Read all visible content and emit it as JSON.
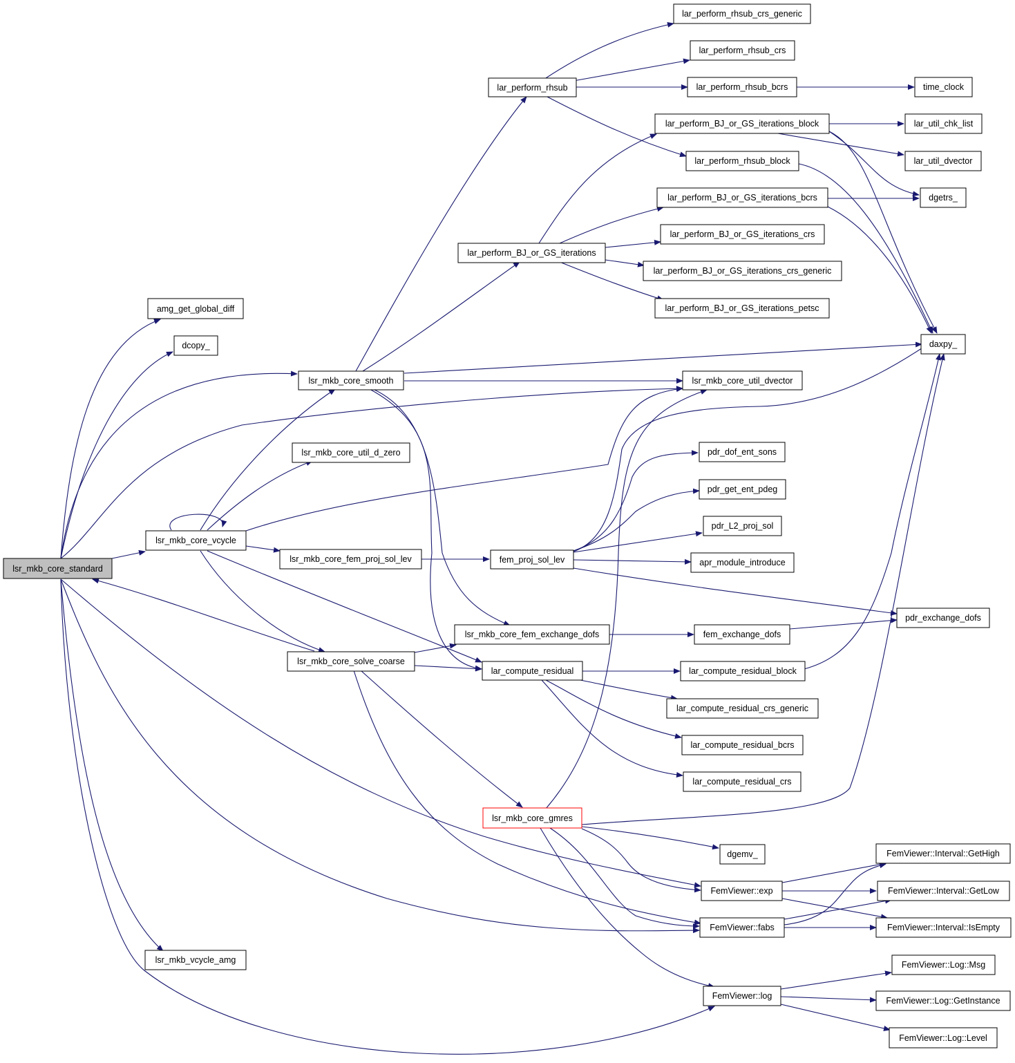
{
  "diagram": {
    "type": "call-graph",
    "edge_color": "#191970",
    "highlight_color": "#ff0000",
    "root_fill": "#bfbfbf",
    "nodes": [
      {
        "id": "standard",
        "label": "lsr_mkb_core_standard",
        "style": "root"
      },
      {
        "id": "amg_diff",
        "label": "amg_get_global_diff"
      },
      {
        "id": "dcopy",
        "label": "dcopy_"
      },
      {
        "id": "smooth",
        "label": "lsr_mkb_core_smooth"
      },
      {
        "id": "dzero",
        "label": "lsr_mkb_core_util_d_zero"
      },
      {
        "id": "vcycle",
        "label": "lsr_mkb_core_vcycle"
      },
      {
        "id": "projlev",
        "label": "lsr_mkb_core_fem_proj_sol_lev"
      },
      {
        "id": "coarse",
        "label": "lsr_mkb_core_solve_coarse"
      },
      {
        "id": "vamg",
        "label": "lsr_mkb_vcycle_amg"
      },
      {
        "id": "rhsub",
        "label": "lar_perform_rhsub"
      },
      {
        "id": "bjgs",
        "label": "lar_perform_BJ_or_GS_iterations"
      },
      {
        "id": "femproj",
        "label": "fem_proj_sol_lev"
      },
      {
        "id": "fexdofs",
        "label": "lsr_mkb_core_fem_exchange_dofs"
      },
      {
        "id": "resid",
        "label": "lar_compute_residual"
      },
      {
        "id": "gmres",
        "label": "lsr_mkb_core_gmres",
        "style": "red"
      },
      {
        "id": "rhsub_gen",
        "label": "lar_perform_rhsub_crs_generic"
      },
      {
        "id": "rhsub_crs",
        "label": "lar_perform_rhsub_crs"
      },
      {
        "id": "rhsub_bcrs",
        "label": "lar_perform_rhsub_bcrs"
      },
      {
        "id": "bj_block",
        "label": "lar_perform_BJ_or_GS_iterations_block"
      },
      {
        "id": "rhsub_block",
        "label": "lar_perform_rhsub_block"
      },
      {
        "id": "bj_bcrs",
        "label": "lar_perform_BJ_or_GS_iterations_bcrs"
      },
      {
        "id": "bj_crs",
        "label": "lar_perform_BJ_or_GS_iterations_crs"
      },
      {
        "id": "bj_gen",
        "label": "lar_perform_BJ_or_GS_iterations_crs_generic"
      },
      {
        "id": "bj_petsc",
        "label": "lar_perform_BJ_or_GS_iterations_petsc"
      },
      {
        "id": "dvector",
        "label": "lsr_mkb_core_util_dvector"
      },
      {
        "id": "dofsons",
        "label": "pdr_dof_ent_sons"
      },
      {
        "id": "pdeg",
        "label": "pdr_get_ent_pdeg"
      },
      {
        "id": "l2proj",
        "label": "pdr_L2_proj_sol"
      },
      {
        "id": "aprmod",
        "label": "apr_module_introduce"
      },
      {
        "id": "fem_ex",
        "label": "fem_exchange_dofs"
      },
      {
        "id": "res_block",
        "label": "lar_compute_residual_block"
      },
      {
        "id": "res_gen",
        "label": "lar_compute_residual_crs_generic"
      },
      {
        "id": "res_bcrs",
        "label": "lar_compute_residual_bcrs"
      },
      {
        "id": "res_crs",
        "label": "lar_compute_residual_crs"
      },
      {
        "id": "dgemv",
        "label": "dgemv_"
      },
      {
        "id": "fvexp",
        "label": "FemViewer::exp"
      },
      {
        "id": "fvfabs",
        "label": "FemViewer::fabs"
      },
      {
        "id": "fvlog",
        "label": "FemViewer::log"
      },
      {
        "id": "time",
        "label": "time_clock"
      },
      {
        "id": "chk",
        "label": "lar_util_chk_list"
      },
      {
        "id": "udvec",
        "label": "lar_util_dvector"
      },
      {
        "id": "dgetrs",
        "label": "dgetrs_"
      },
      {
        "id": "daxpy",
        "label": "daxpy_"
      },
      {
        "id": "pdrex",
        "label": "pdr_exchange_dofs"
      },
      {
        "id": "gethigh",
        "label": "FemViewer::Interval::GetHigh"
      },
      {
        "id": "getlow",
        "label": "FemViewer::Interval::GetLow"
      },
      {
        "id": "isempty",
        "label": "FemViewer::Interval::IsEmpty"
      },
      {
        "id": "msg",
        "label": "FemViewer::Log::Msg"
      },
      {
        "id": "getinst",
        "label": "FemViewer::Log::GetInstance"
      },
      {
        "id": "level",
        "label": "FemViewer::Log::Level"
      }
    ]
  }
}
